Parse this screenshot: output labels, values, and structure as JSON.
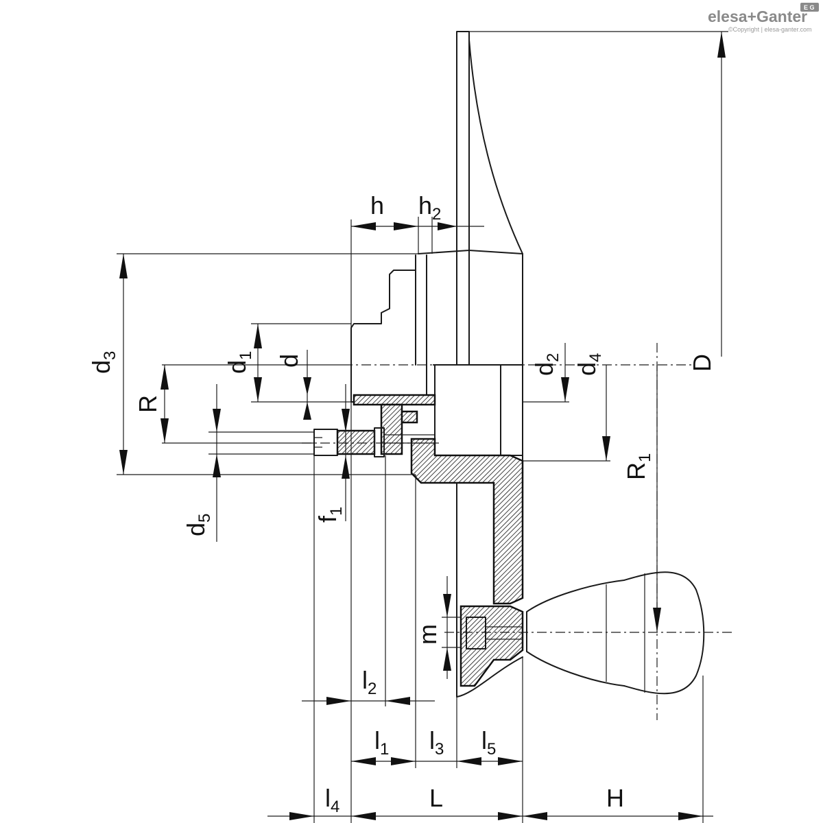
{
  "logo": {
    "brand": "elesa+Ganter",
    "badge": "E G",
    "copyright": "©Copyright | elesa-ganter.com"
  },
  "labels": {
    "h": "h",
    "h2": "h2",
    "d3": "d3",
    "d1": "d1",
    "d": "d",
    "R": "R",
    "d2": "d2",
    "d4": "d4",
    "D": "D",
    "R1": "R1",
    "d5": "d5",
    "f1": "f1",
    "m": "m",
    "l2": "l2",
    "l1": "l1",
    "l3": "l3",
    "l5": "l5",
    "l4": "l4",
    "L": "L",
    "H": "H"
  }
}
